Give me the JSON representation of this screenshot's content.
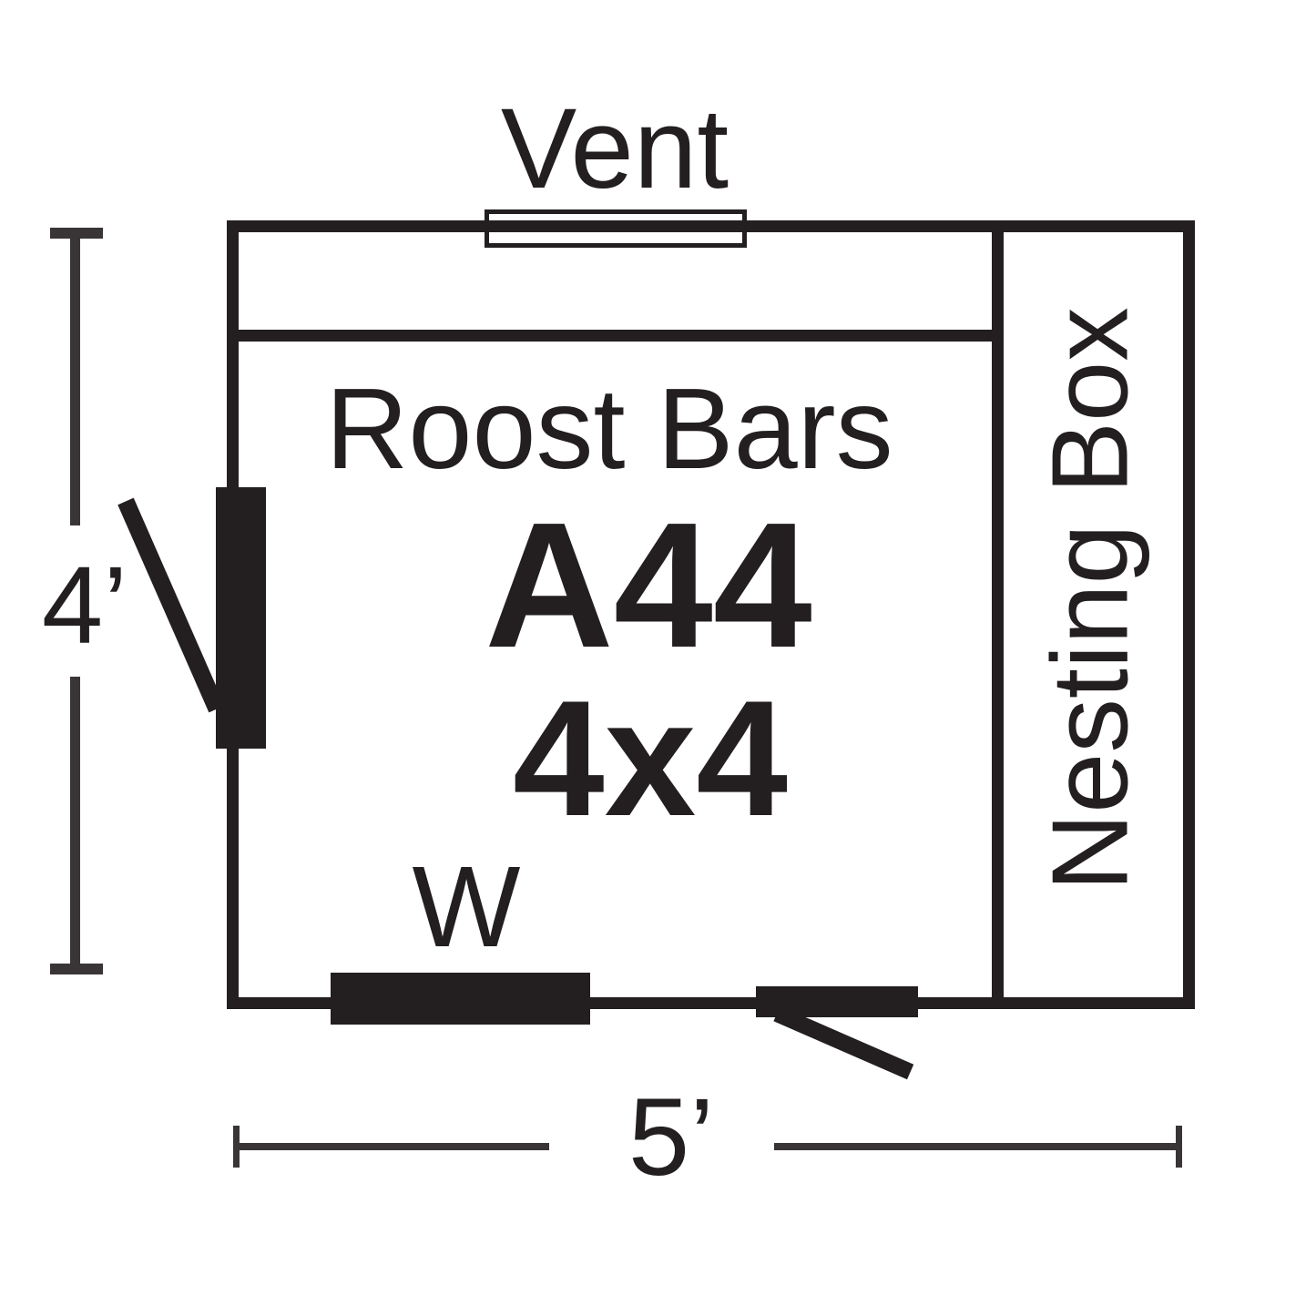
{
  "diagram": {
    "type": "floor-plan",
    "subject": "chicken coop layout",
    "model": "A44",
    "footprint": "4x4",
    "labels": {
      "vent": "Vent",
      "roost_bars": "Roost Bars",
      "nesting_box": "Nesting Box",
      "window": "W",
      "height_dimension": "4’",
      "width_dimension": "5’"
    },
    "features": {
      "vent_location": "top wall, center",
      "window_location": "bottom wall, left",
      "doors": "left wall door and bottom-right door shown with swing lines",
      "nesting_box_location": "right side strip, full height"
    },
    "colors": {
      "ink": "#231f20",
      "dimension": "#393536",
      "background": "#ffffff"
    }
  }
}
